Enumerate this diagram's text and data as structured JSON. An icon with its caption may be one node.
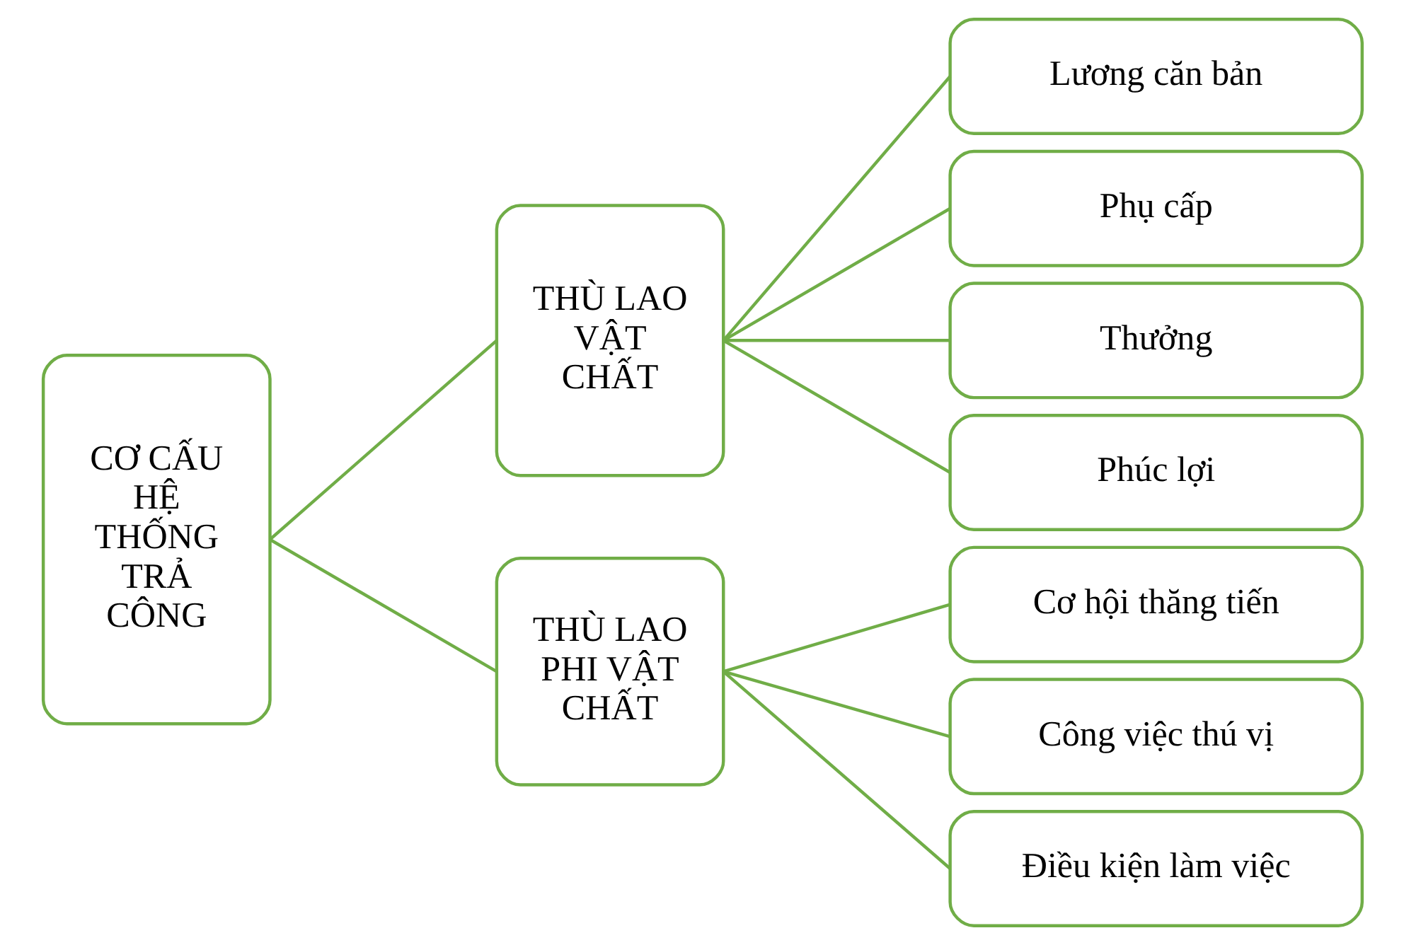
{
  "diagram": {
    "nodes": [
      {
        "text": [
          "CƠ CẤU HỆ THỐNG TRẢ CÔNG"
        ]
      },
      {
        "text": [
          "THÙ LAO VẬT CHẤT"
        ]
      },
      {
        "text": [
          "THÙ LAO PHI VẬT CHẤT"
        ]
      },
      {
        "text": [
          "Lương căn bản"
        ]
      },
      {
        "text": [
          "Phụ cấp"
        ]
      },
      {
        "text": [
          "Thưởng"
        ]
      },
      {
        "text": [
          "Phúc lợi"
        ]
      },
      {
        "text": [
          "Cơ hội thăng tiến"
        ]
      },
      {
        "text": [
          "Công việc thú vị"
        ]
      },
      {
        "text": [
          "Điều kiện làm việc"
        ]
      }
    ],
    "edges": [
      {
        "from": 0,
        "to": 1,
        "arrow": "none"
      },
      {
        "from": 0,
        "to": 2,
        "arrow": "none"
      },
      {
        "from": 1,
        "to": 3,
        "arrow": "none"
      },
      {
        "from": 1,
        "to": 4,
        "arrow": "none"
      },
      {
        "from": 1,
        "to": 5,
        "arrow": "none"
      },
      {
        "from": 1,
        "to": 6,
        "arrow": "none"
      },
      {
        "from": 2,
        "to": 7,
        "arrow": "none"
      },
      {
        "from": 2,
        "to": 8,
        "arrow": "none"
      },
      {
        "from": 2,
        "to": 9,
        "arrow": "none"
      }
    ]
  }
}
